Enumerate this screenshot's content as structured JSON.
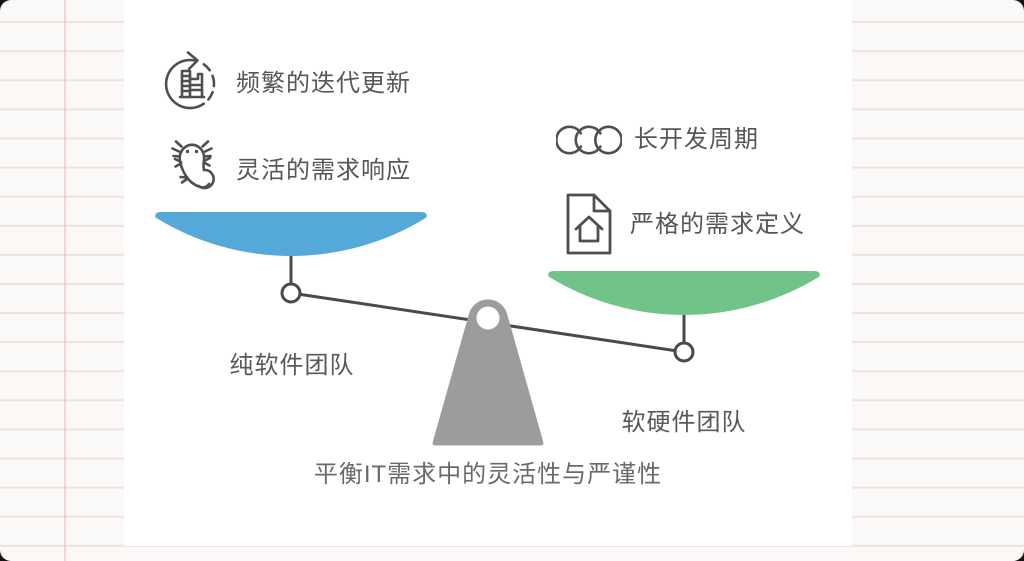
{
  "title": "平衡IT需求中的灵活性与严谨性",
  "left_side": {
    "items": [
      {
        "icon": "iteration-cycle-icon",
        "label": "频繁的迭代更新"
      },
      {
        "icon": "axolotl-flexibility-icon",
        "label": "灵活的需求响应"
      }
    ],
    "pan_label": "纯软件团队",
    "pan_color": "#55a9d9"
  },
  "right_side": {
    "items": [
      {
        "icon": "cycle-circles-icon",
        "label": "长开发周期"
      },
      {
        "icon": "document-house-icon",
        "label": "严格的需求定义"
      }
    ],
    "pan_label": "软硬件团队",
    "pan_color": "#70c389"
  },
  "scale": {
    "fulcrum_color": "#9c9c9c",
    "line_color": "#4a4a4a"
  }
}
